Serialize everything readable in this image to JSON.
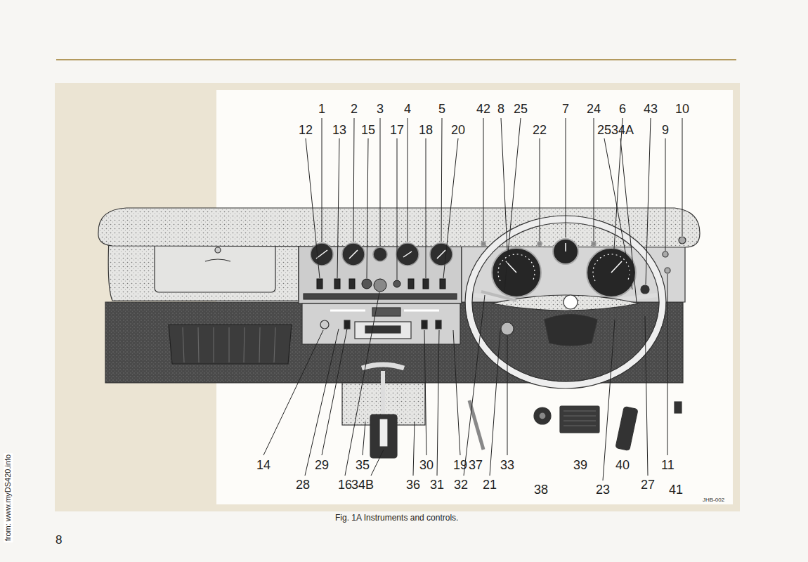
{
  "diagram": {
    "caption": "Fig. 1A Instruments and controls.",
    "labels": [
      "8",
      "JHB-002",
      "from: www.myDS420.info",
      "1",
      "2",
      "3",
      "4",
      "5",
      "42",
      "8",
      "25",
      "7",
      "24",
      "6",
      "43",
      "10",
      "12",
      "13",
      "15",
      "17",
      "18",
      "20",
      "22",
      "25",
      "34A",
      "9",
      "14",
      "29",
      "35",
      "30",
      "19",
      "37",
      "33",
      "39",
      "40",
      "11",
      "28",
      "16",
      "34B",
      "36",
      "31",
      "32",
      "21",
      "38",
      "23",
      "27",
      "41"
    ]
  }
}
